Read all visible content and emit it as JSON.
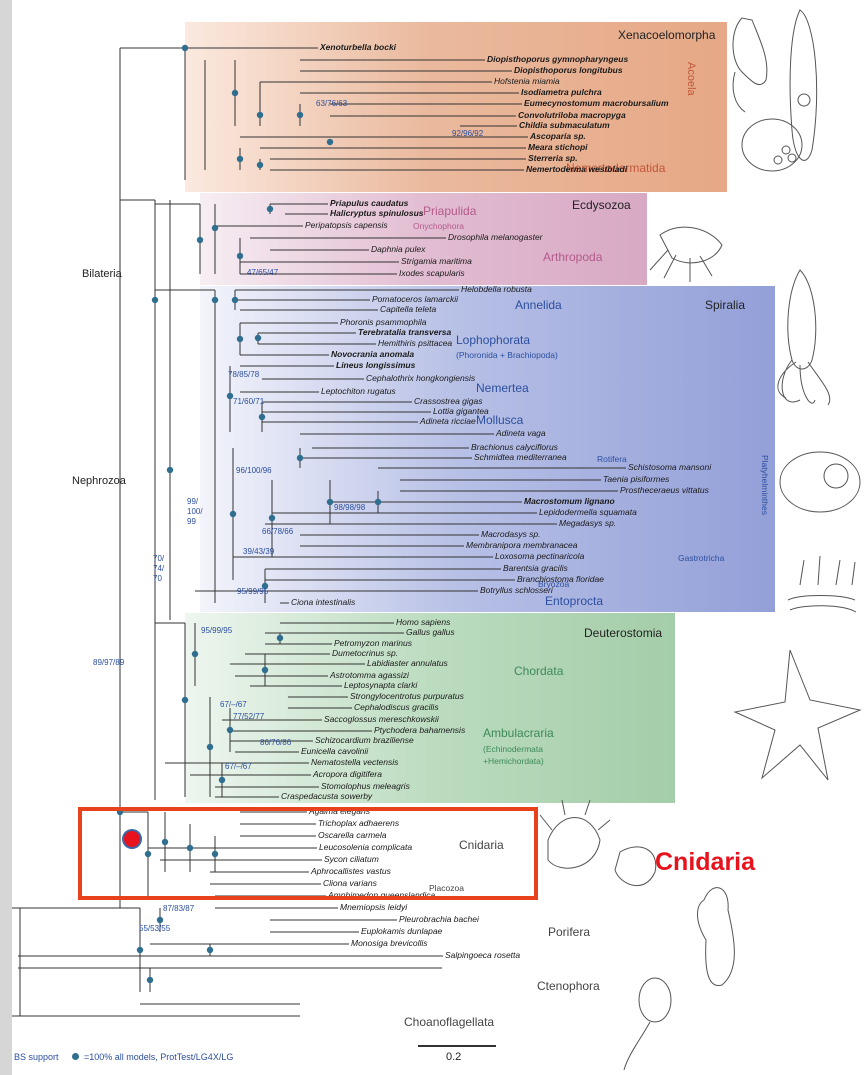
{
  "groups": {
    "xenacoelomorpha": "Xenacoelomorpha",
    "ecdysozoa": "Ecdysozoa",
    "spiralia": "Spiralia",
    "deuterostomia": "Deuterostomia"
  },
  "clades": {
    "acoela": "Acoela",
    "nemertodermatida": "Nemertodermatida",
    "priapulida": "Priapulida",
    "onychophora": "Onychophora",
    "arthropoda": "Arthropoda",
    "annelida": "Annelida",
    "lophophorata": "Lophophorata",
    "lophophorata_sub": "(Phoronida + Brachiopoda)",
    "nemertea": "Nemertea",
    "mollusca": "Mollusca",
    "rotifera": "Rotifera",
    "platyhelminthes": "Platyhelminthes",
    "gastrotricha": "Gastrotricha",
    "bryozoa": "Bryozoa",
    "entoprocta": "Entoprocta",
    "chordata": "Chordata",
    "ambulacraria": "Ambulacraria",
    "ambulacraria_sub1": "(Echinodermata",
    "ambulacraria_sub2": "+Hemichordata)",
    "cnidaria": "Cnidaria",
    "placozoa": "Placozoa",
    "porifera": "Porifera",
    "ctenophora": "Ctenophora",
    "choanoflagellata": "Choanoflagellata"
  },
  "nodes": {
    "bilateria": "Bilateria",
    "nephrozoa": "Nephrozoa"
  },
  "bs_labels": {
    "a": "63/76/63",
    "b": "92/96/92",
    "c": "47/65/47",
    "d": "78/85/78",
    "e": "71/60/71",
    "f1": "99/",
    "f2": "100/",
    "f3": "99",
    "g1": "70/",
    "g2": "74/",
    "g3": "70",
    "h": "96/100/96",
    "i": "98/98/98",
    "j": "66/78/66",
    "k": "39/43/39",
    "l": "95/99/95",
    "m": "95/99/95",
    "n": "89/97/89",
    "o": "67/–/67",
    "p": "77/52/77",
    "q": "86/76/86",
    "r": "67/–/67",
    "s": "87/83/87",
    "t": "55/53/55"
  },
  "taxa": [
    {
      "name": "Xenoturbella bocki",
      "bold": true
    },
    {
      "name": "Diopisthoporus gymnopharyngeus",
      "bold": true
    },
    {
      "name": "Diopisthoporus longitubus",
      "bold": true
    },
    {
      "name": "Hofstenia miamia",
      "bold": false
    },
    {
      "name": "Isodiametra pulchra",
      "bold": true
    },
    {
      "name": "Eumecynostomum macrobursalium",
      "bold": true
    },
    {
      "name": "Convolutriloba macropyga",
      "bold": true
    },
    {
      "name": "Childia submaculatum",
      "bold": true
    },
    {
      "name": "Ascoparia sp.",
      "bold": true
    },
    {
      "name": "Meara stichopi",
      "bold": true
    },
    {
      "name": "Sterreria sp.",
      "bold": true
    },
    {
      "name": "Nemertoderma westbladi",
      "bold": true
    },
    {
      "name": "Priapulus caudatus",
      "bold": true
    },
    {
      "name": "Halicryptus spinulosus",
      "bold": true
    },
    {
      "name": "Peripatopsis capensis",
      "bold": false
    },
    {
      "name": "Drosophila melanogaster",
      "bold": false
    },
    {
      "name": "Daphnia pulex",
      "bold": false
    },
    {
      "name": "Strigamia maritima",
      "bold": false
    },
    {
      "name": "Ixodes scapularis",
      "bold": false
    },
    {
      "name": "Helobdella robusta",
      "bold": false
    },
    {
      "name": "Pomatoceros lamarckii",
      "bold": false
    },
    {
      "name": "Capitella teleta",
      "bold": false
    },
    {
      "name": "Phoronis psammophila",
      "bold": false
    },
    {
      "name": "Terebratalia transversa",
      "bold": true
    },
    {
      "name": "Hemithiris psittacea",
      "bold": false
    },
    {
      "name": "Novocrania anomala",
      "bold": true
    },
    {
      "name": "Lineus longissimus",
      "bold": true
    },
    {
      "name": "Cephalothrix hongkongiensis",
      "bold": false
    },
    {
      "name": "Leptochiton rugatus",
      "bold": false
    },
    {
      "name": "Crassostrea gigas",
      "bold": false
    },
    {
      "name": "Lottia gigantea",
      "bold": false
    },
    {
      "name": "Adineta ricciae",
      "bold": false
    },
    {
      "name": "Adineta vaga",
      "bold": false
    },
    {
      "name": "Brachionus calyciflorus",
      "bold": false
    },
    {
      "name": "Schmidtea mediterranea",
      "bold": false
    },
    {
      "name": "Schistosoma mansoni",
      "bold": false
    },
    {
      "name": "Taenia pisiformes",
      "bold": false
    },
    {
      "name": "Prostheceraeus vittatus",
      "bold": false
    },
    {
      "name": "Macrostomum lignano",
      "bold": true
    },
    {
      "name": "Lepidodermella squamata",
      "bold": false
    },
    {
      "name": "Megadasys sp.",
      "bold": false
    },
    {
      "name": "Macrodasys sp.",
      "bold": false
    },
    {
      "name": "Membranipora membranacea",
      "bold": false
    },
    {
      "name": "Loxosoma pectinaricola",
      "bold": false
    },
    {
      "name": "Barentsia gracilis",
      "bold": false
    },
    {
      "name": "Branchiostoma floridae",
      "bold": false
    },
    {
      "name": "Botryllus schlosseri",
      "bold": false
    },
    {
      "name": "Ciona intestinalis",
      "bold": false
    },
    {
      "name": "Homo sapiens",
      "bold": false
    },
    {
      "name": "Gallus gallus",
      "bold": false
    },
    {
      "name": "Petromyzon marinus",
      "bold": false
    },
    {
      "name": "Dumetocrinus sp.",
      "bold": false
    },
    {
      "name": "Labidiaster annulatus",
      "bold": false
    },
    {
      "name": "Astrotomma agassizi",
      "bold": false
    },
    {
      "name": "Leptosynapta clarki",
      "bold": false
    },
    {
      "name": "Strongylocentrotus purpuratus",
      "bold": false
    },
    {
      "name": "Cephalodiscus gracilis",
      "bold": false
    },
    {
      "name": "Saccoglossus mereschkowskii",
      "bold": false
    },
    {
      "name": "Ptychodera bahamensis",
      "bold": false
    },
    {
      "name": "Schizocardium braziliense",
      "bold": false
    },
    {
      "name": "Eunicella cavolinii",
      "bold": false
    },
    {
      "name": "Nematostella vectensis",
      "bold": false
    },
    {
      "name": "Acropora digitifera",
      "bold": false
    },
    {
      "name": "Stomolophus meleagris",
      "bold": false
    },
    {
      "name": "Craspedacusta sowerby",
      "bold": false
    },
    {
      "name": "Agalma elegans",
      "bold": false
    },
    {
      "name": "Trichoplax adhaerens",
      "bold": false
    },
    {
      "name": "Oscarella carmela",
      "bold": false
    },
    {
      "name": "Leucosolenia complicata",
      "bold": false
    },
    {
      "name": "Sycon ciliatum",
      "bold": false
    },
    {
      "name": "Aphrocallistes vastus",
      "bold": false
    },
    {
      "name": "Cliona varians",
      "bold": false
    },
    {
      "name": "Amphimedon queenslandica",
      "bold": false
    },
    {
      "name": "Mnemiopsis leidyi",
      "bold": false
    },
    {
      "name": "Pleurobrachia bachei",
      "bold": false
    },
    {
      "name": "Euplokamis dunlapae",
      "bold": false
    },
    {
      "name": "Monosiga brevicollis",
      "bold": false
    },
    {
      "name": "Salpingoeca rosetta",
      "bold": false
    }
  ],
  "annotation": {
    "label": "Cnidaria",
    "color": "#e8121d"
  },
  "colors": {
    "xenacoelomorpha": "#e5b59a",
    "ecdysozoa": "#dcb3cc",
    "spiralia": "#9aa6d6",
    "deuterostomia": "#a8ceae",
    "node": "#2f6e8e",
    "bs_text": "#2c4f9e",
    "highlight": "#e8421d"
  },
  "footer": {
    "bs_support": "BS support",
    "legend": "=100% all models, ProtTest/LG4X/LG",
    "scale": "0.2"
  }
}
